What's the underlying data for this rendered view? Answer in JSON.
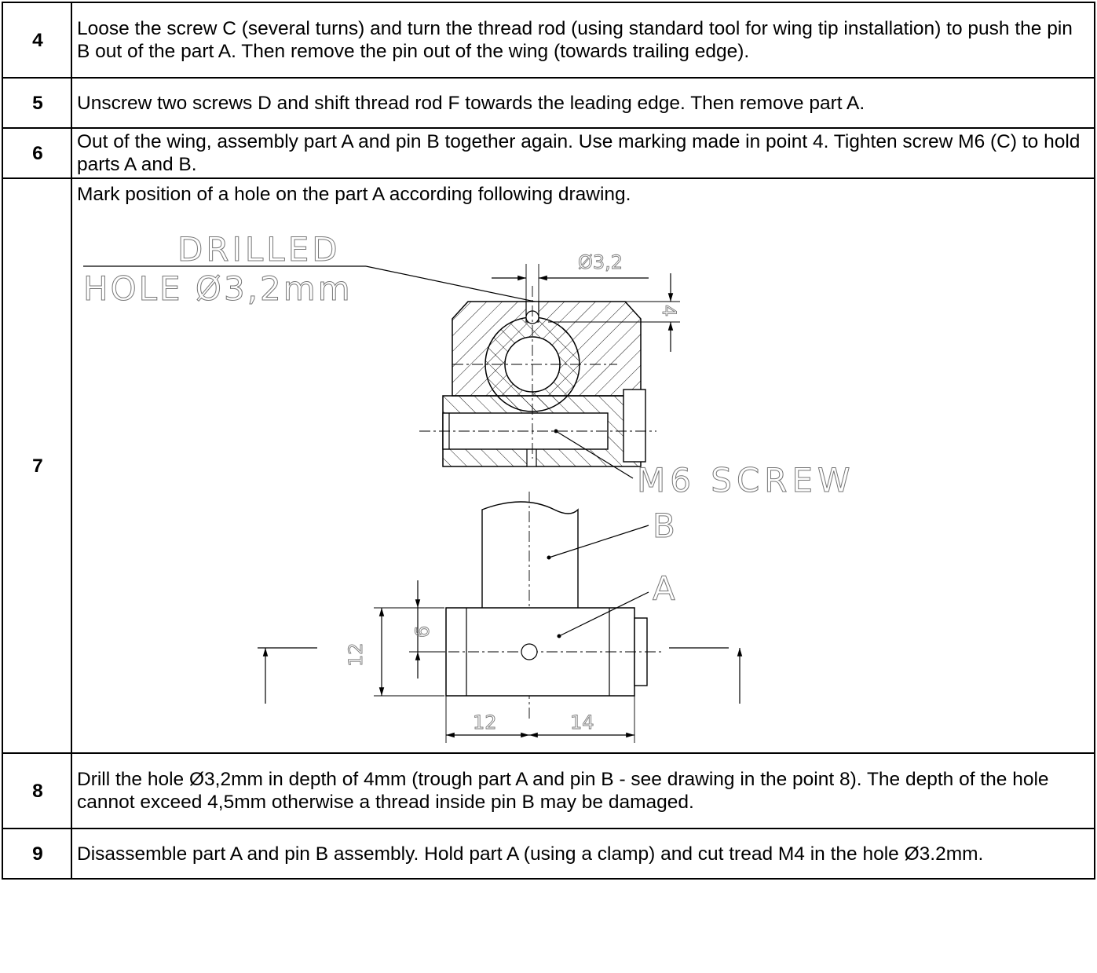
{
  "steps": [
    {
      "number": "4",
      "text": "Loose the screw C (several turns) and turn the thread rod (using standard tool for wing tip installation) to push the pin B out of the part A. Then remove the pin out of the wing (towards trailing edge)."
    },
    {
      "number": "5",
      "text": "Unscrew two screws D and shift thread rod F towards the leading edge. Then remove part A."
    },
    {
      "number": "6",
      "text": "Out of the wing, assembly part A and pin B together again. Use marking made in point 4. Tighten screw M6 (C) to hold parts A and B."
    },
    {
      "number": "7",
      "text": "Mark position of a hole on the part A according following drawing."
    },
    {
      "number": "8",
      "text": "Drill the hole Ø3,2mm in depth of 4mm (trough part A and pin B - see drawing in the point 8). The depth of the hole cannot exceed 4,5mm otherwise a thread inside pin B may be damaged."
    },
    {
      "number": "9",
      "text": "Disassemble part A and pin B assembly. Hold part A (using a clamp) and cut tread M4 in the hole Ø3.2mm."
    }
  ],
  "drawing": {
    "label_drilled": "DRILLED",
    "label_hole": "HOLE Ø3,2mm",
    "dim_diameter": "Ø3,2",
    "dim_depth": "4",
    "label_screw": "M6 SCREW",
    "label_b": "B",
    "label_a": "A",
    "dim_height_total": "12",
    "dim_height_half": "6",
    "dim_left": "12",
    "dim_right": "14"
  }
}
